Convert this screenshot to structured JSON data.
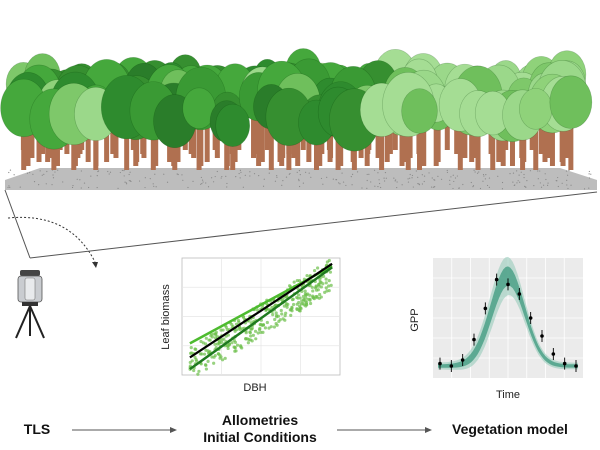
{
  "labels": {
    "tls": "TLS",
    "allometries_line1": "Allometries",
    "allometries_line2": "Initial Conditions",
    "vegetation_model": "Vegetation model"
  },
  "scatter_panel": {
    "xlabel": "DBH",
    "ylabel": "Leaf biomass",
    "colors": {
      "points": "#6cbf4a",
      "light_line": "#4dbb2f",
      "dark_line": "#1f7a1f",
      "black_line": "#000000"
    }
  },
  "gpp_panel": {
    "xlabel": "Time",
    "ylabel": "GPP",
    "colors": {
      "band": "#3d9a7e",
      "points": "#000000"
    },
    "observations": [
      0.12,
      0.1,
      0.15,
      0.32,
      0.58,
      0.82,
      0.78,
      0.7,
      0.5,
      0.35,
      0.2,
      0.12,
      0.1
    ]
  },
  "icons": [
    "tls-scanner-icon",
    "forest-illustration"
  ]
}
